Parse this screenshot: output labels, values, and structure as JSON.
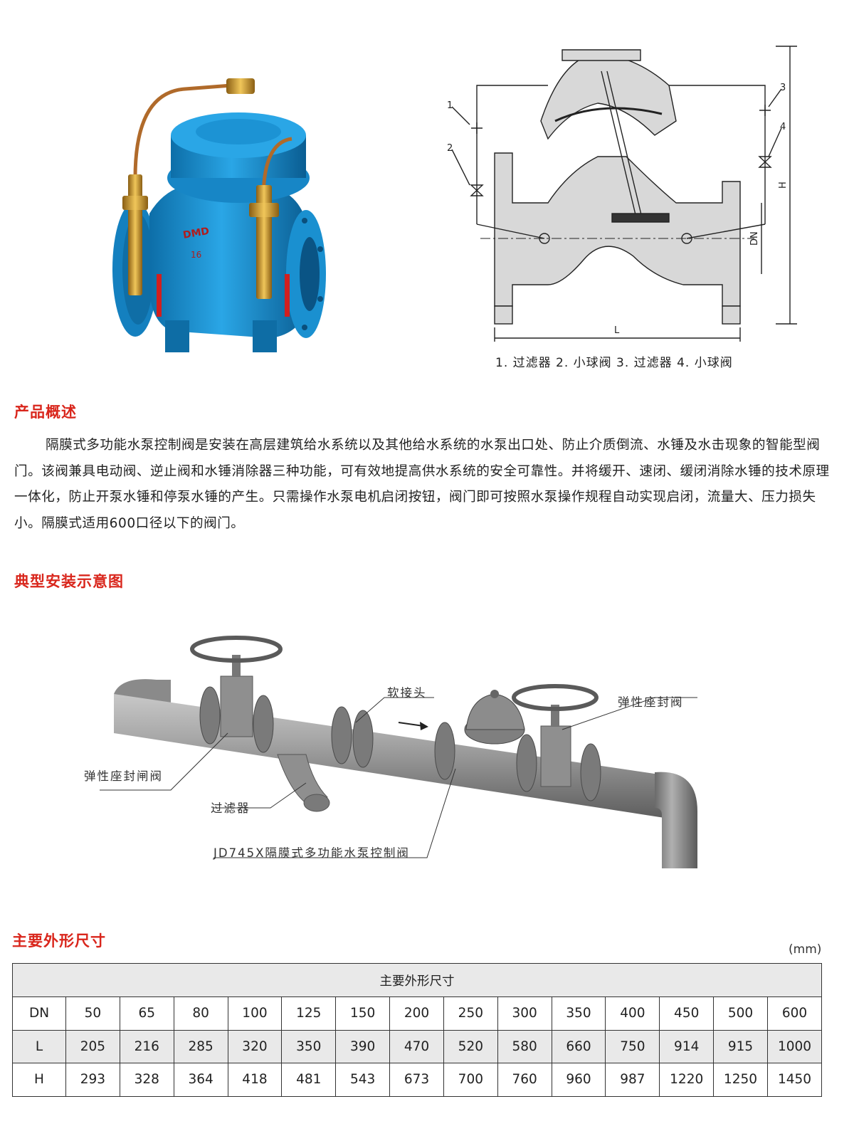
{
  "figures": {
    "valve_photo": {
      "body_mark": "DMD",
      "pn_mark": "16"
    },
    "section_drawing": {
      "callouts": [
        "1",
        "2",
        "3",
        "4"
      ],
      "dim_H": "H",
      "dim_DN": "DN",
      "dim_L": "L",
      "caption": "1. 过滤器  2. 小球阀  3. 过滤器  4. 小球阀"
    }
  },
  "overview": {
    "heading": "产品概述",
    "text": "隔膜式多功能水泵控制阀是安装在高层建筑给水系统以及其他给水系统的水泵出口处、防止介质倒流、水锤及水击现象的智能型阀门。该阀兼具电动阀、逆止阀和水锤消除器三种功能，可有效地提高供水系统的安全可靠性。并将缓开、速闭、缓闭消除水锤的技术原理一体化，防止开泵水锤和停泵水锤的产生。只需操作水泵电机启闭按钮，阀门即可按照水泵操作规程自动实现启闭，流量大、压力损失小。隔膜式适用600口径以下的阀门。"
  },
  "install": {
    "heading": "典型安装示意图",
    "labels": {
      "soft_joint": "软接头",
      "resilient_valve": "弹性座封阀",
      "resilient_gate": "弹性座封闸阀",
      "filter": "过滤器",
      "control_valve": "JD745X隔膜式多功能水泵控制阀"
    }
  },
  "dimensions": {
    "heading": "主要外形尺寸",
    "unit": "(mm)",
    "table_title": "主要外形尺寸",
    "rows": [
      {
        "label": "DN",
        "values": [
          "50",
          "65",
          "80",
          "100",
          "125",
          "150",
          "200",
          "250",
          "300",
          "350",
          "400",
          "450",
          "500",
          "600"
        ]
      },
      {
        "label": "L",
        "values": [
          "205",
          "216",
          "285",
          "320",
          "350",
          "390",
          "470",
          "520",
          "580",
          "660",
          "750",
          "914",
          "915",
          "1000"
        ]
      },
      {
        "label": "H",
        "values": [
          "293",
          "328",
          "364",
          "418",
          "481",
          "543",
          "673",
          "700",
          "760",
          "960",
          "987",
          "1220",
          "1250",
          "1450"
        ]
      }
    ]
  },
  "colors": {
    "heading_red": "#d9261c",
    "valve_blue": "#1a8fcf",
    "brass": "#c9962f",
    "pipe_gray": "#9a9a9a",
    "table_shade": "#e9e9e9"
  }
}
